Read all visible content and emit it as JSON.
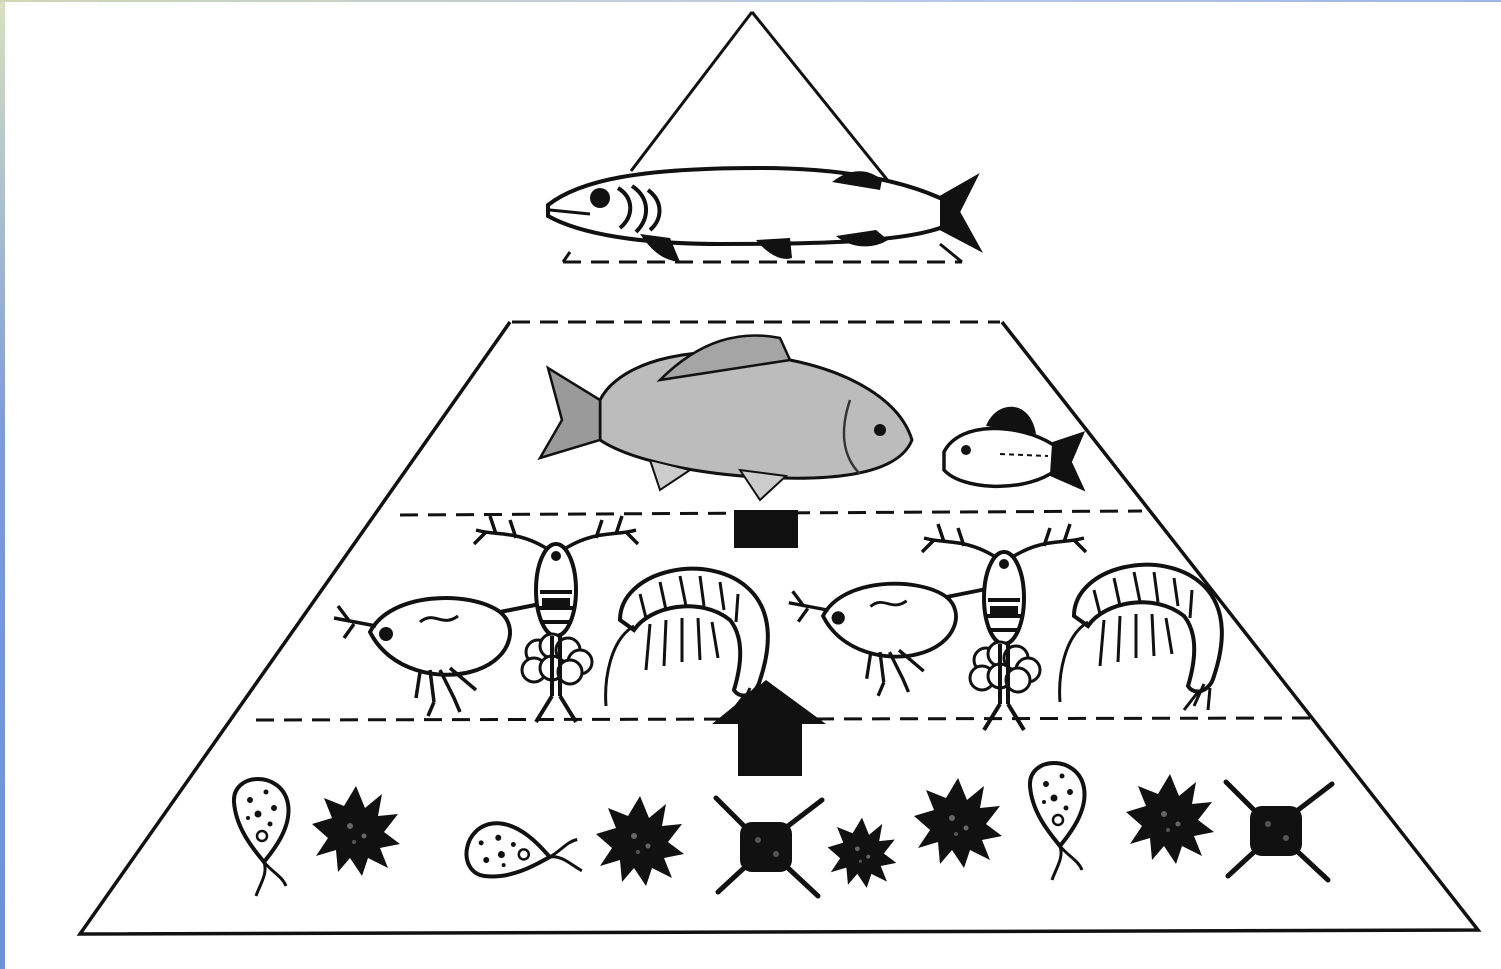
{
  "diagram": {
    "type": "ecological-pyramid",
    "levels": [
      {
        "rank": 4,
        "organisms": "pike"
      },
      {
        "rank": 3,
        "organisms": [
          "crucian-carp",
          "small-fish"
        ]
      },
      {
        "rank": 2,
        "organisms": [
          "water-flea",
          "copepod",
          "amphipod",
          "water-flea",
          "copepod",
          "amphipod"
        ]
      },
      {
        "rank": 1,
        "organisms": [
          "flagellate",
          "radiolarian",
          "flagellate",
          "radiolarian",
          "diatom",
          "radiolarian",
          "radiolarian",
          "flagellate",
          "radiolarian",
          "diatom"
        ]
      }
    ],
    "arrows": [
      "up-arrow-level1-to-2",
      "arrow-level2-to-3"
    ]
  },
  "colors": {
    "ink": "#111111",
    "paper": "#ffffff",
    "slide_edge": "#7a9bdc"
  }
}
